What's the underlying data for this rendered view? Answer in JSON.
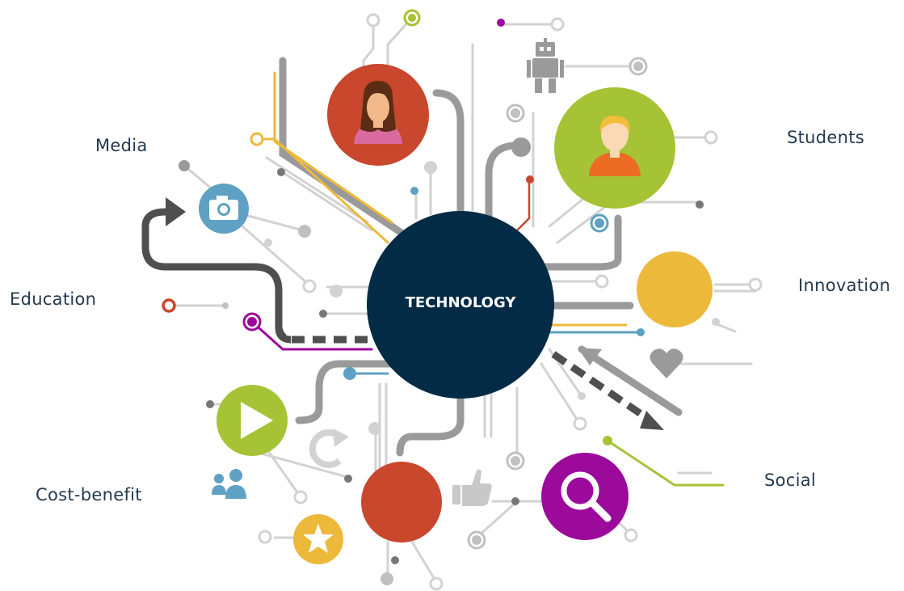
{
  "center": {
    "title": "TECHNOLOGY"
  },
  "labels": {
    "media": "Media",
    "students": "Students",
    "education": "Education",
    "innovation": "Innovation",
    "cost_benefit": "Cost-benefit",
    "social": "Social"
  },
  "colors": {
    "navy": "#042b45",
    "red": "#c9472c",
    "green": "#a5c334",
    "yellow": "#ecb93b",
    "purple": "#9b0a9b",
    "blue": "#5fa1c3",
    "dark_gray": "#4f4f4f",
    "mid_gray": "#9a9a9a",
    "light_gray": "#d2d2d2",
    "label_text": "#233a4f"
  },
  "icons": [
    "person-woman-icon",
    "person-student-icon",
    "robot-icon",
    "camera-icon",
    "play-icon",
    "magnifier-icon",
    "thumbs-up-icon",
    "star-icon",
    "heart-icon",
    "people-icon",
    "refresh-icon"
  ]
}
